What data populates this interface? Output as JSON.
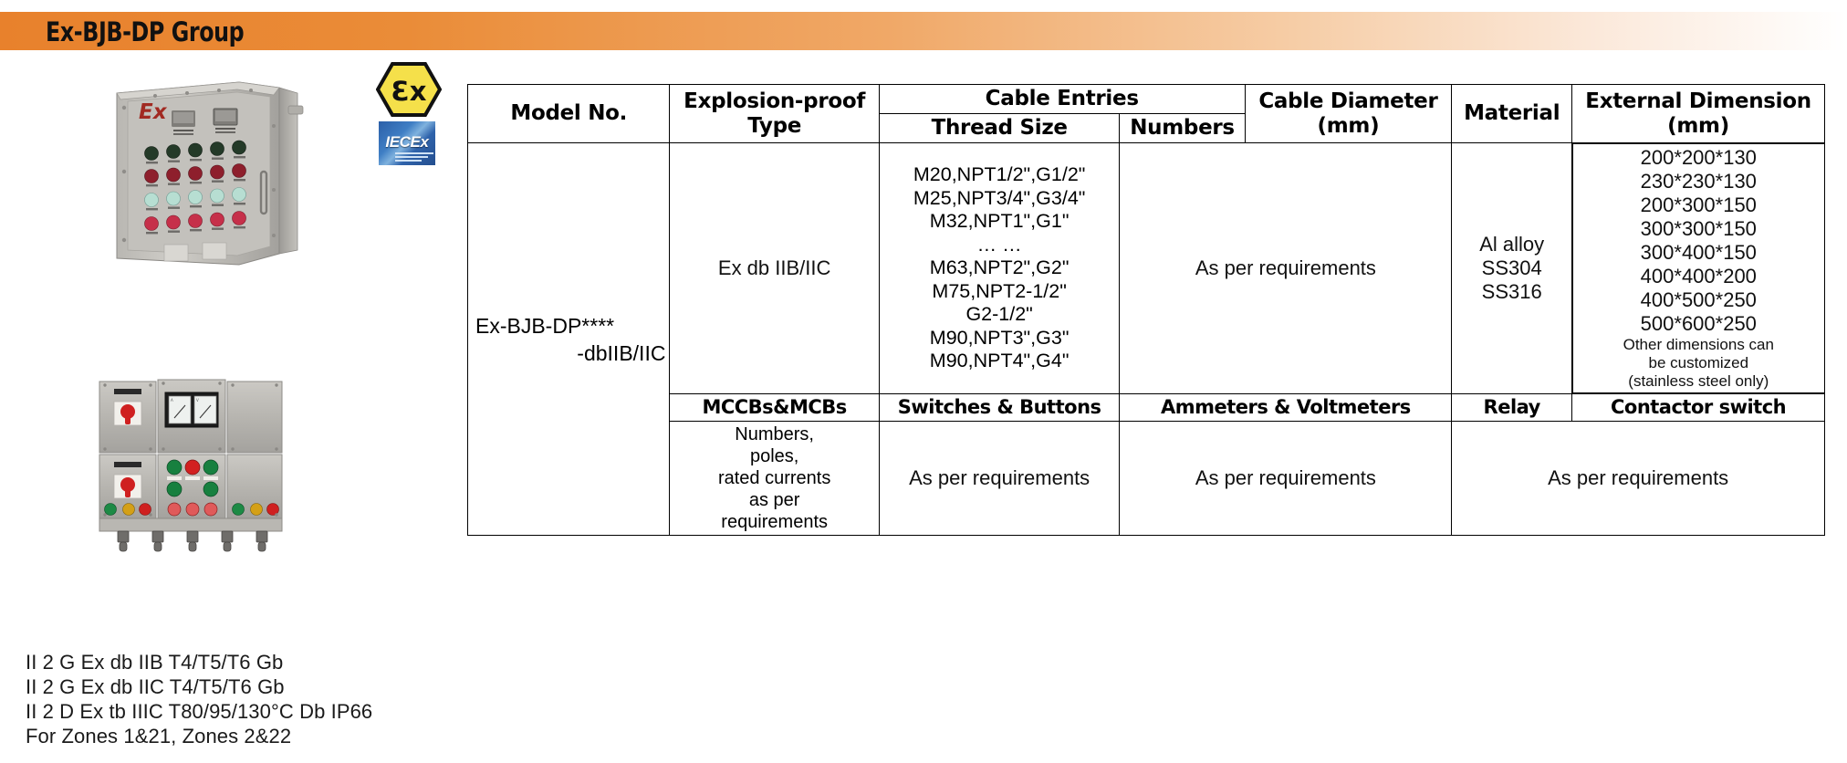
{
  "header": {
    "title": "Ex-BJB-DP Group",
    "accent_color": "#e8812c"
  },
  "logos": {
    "atex": {
      "name": "ATEX Ex hexagon mark",
      "text": "Ex",
      "fill": "#f5e04a"
    },
    "iecex": {
      "name": "IECEx mark",
      "text": "IECEx",
      "fill": "#2b5fa8"
    }
  },
  "certification": {
    "lines": [
      "II 2 G Ex db IIB T4/T5/T6 Gb",
      "II 2 G Ex db IIC T4/T5/T6 Gb",
      "II 2 D Ex tb IIIC T80/95/130°C Db IP66",
      "For Zones 1&21, Zones 2&22"
    ]
  },
  "table": {
    "headers_top": {
      "model_no": "Model No.",
      "explosion_proof_type": "Explosion-proof Type",
      "cable_entries": "Cable Entries",
      "thread_size": "Thread Size",
      "numbers": "Numbers",
      "cable_diameter": "Cable Diameter (mm)",
      "material": "Material",
      "external_dimension": "External Dimension (mm)"
    },
    "row1": {
      "model_no_line1": "Ex-BJB-DP****",
      "model_no_line2": "-dbIIB/IIC",
      "explosion_proof_type": "Ex db IIB/IIC",
      "thread_sizes": [
        "M20,NPT1/2\",G1/2\"",
        "M25,NPT3/4\",G3/4\"",
        "M32,NPT1\",G1\"",
        "… …",
        "M63,NPT2\",G2\"",
        "M75,NPT2-1/2\"",
        "G2-1/2\"",
        "M90,NPT3\",G3\"",
        "M90,NPT4\",G4\""
      ],
      "numbers_and_diameter": "As per requirements",
      "materials": [
        "Al alloy",
        "SS304",
        "SS316"
      ],
      "external_dimensions": [
        "200*200*130",
        "230*230*130",
        "200*300*150",
        "300*300*150",
        "300*400*150",
        "400*400*200",
        "400*500*250",
        "500*600*250"
      ],
      "external_dimension_note": [
        "Other dimensions can",
        "be customized",
        "(stainless steel only)"
      ]
    },
    "headers_second": {
      "mccbs_mcbs": "MCCBs&MCBs",
      "switches_buttons": "Switches & Buttons",
      "ammeters_voltmeters": "Ammeters & Voltmeters",
      "relay": "Relay",
      "contactor_switch": "Contactor switch"
    },
    "row2": {
      "mccbs_mcbs": [
        "Numbers,",
        "poles,",
        "rated currents",
        "as per",
        "requirements"
      ],
      "switches_buttons": "As per requirements",
      "ammeters_voltmeters": "As per requirements",
      "relay_contactor": "As per requirements"
    }
  },
  "photos": {
    "photo1_alt": "Stainless steel explosion-proof control panel with Ex marking, two meters and pushbutton array",
    "photo2_alt": "Multi-section explosion-proof distribution panel with ammeters, indicator lights and cable glands"
  }
}
